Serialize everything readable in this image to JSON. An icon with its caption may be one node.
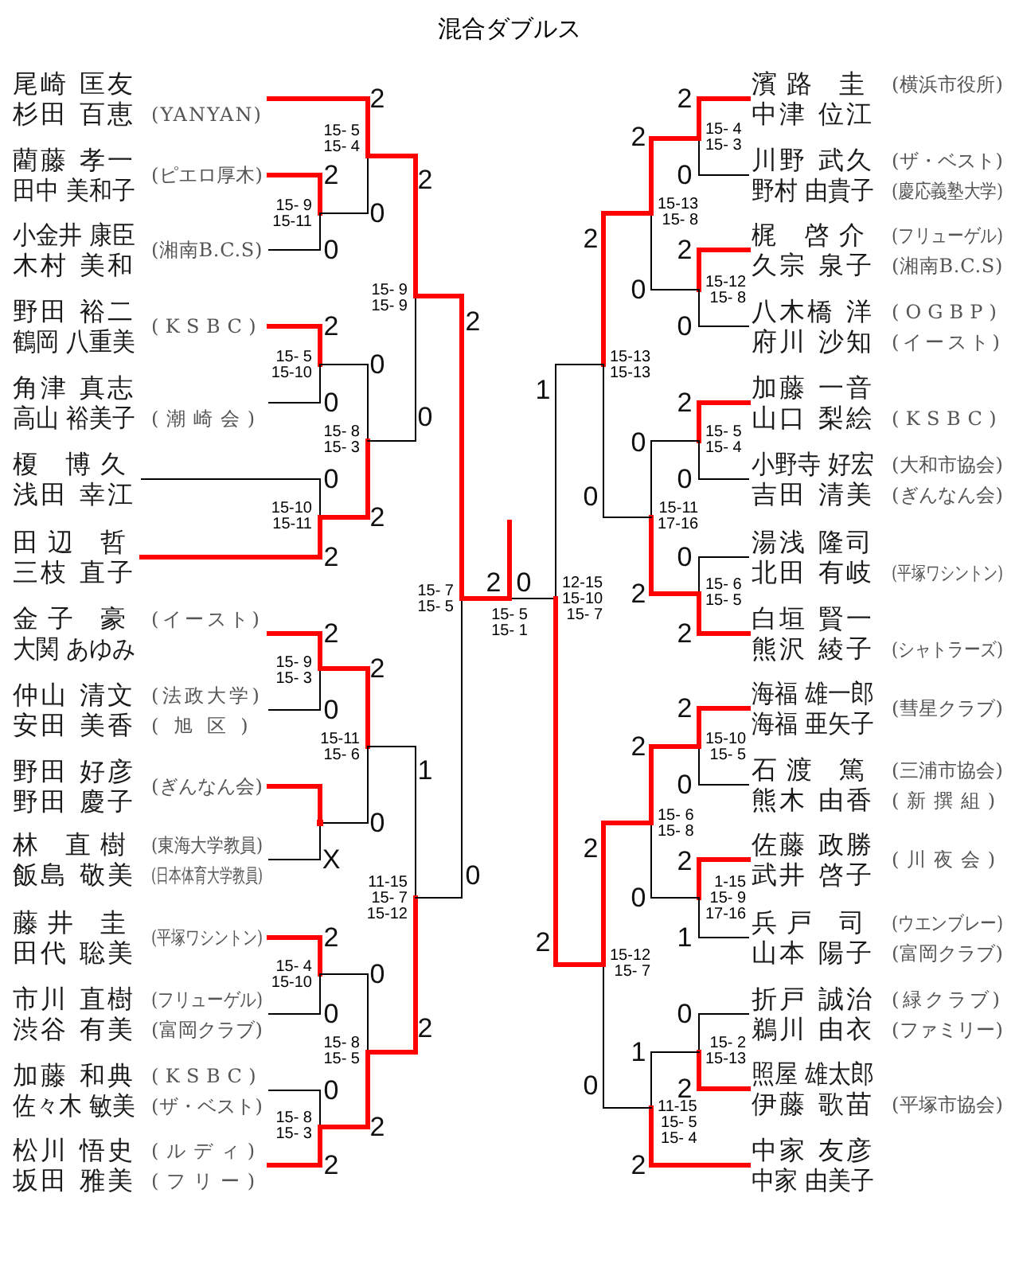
{
  "diagram": {
    "title": "混合ダブルス",
    "nodes": [
      {
        "text": [
          "尾崎 匡友",
          "杉田 百恵"
        ],
        "beside": [
          "(YANYAN)"
        ]
      },
      {
        "text": [
          "藺藤 孝一",
          "田中 美和子"
        ],
        "beside": [
          "(ピエロ厚木)"
        ]
      },
      {
        "text": [
          "小金井 康臣",
          "木村 美和"
        ],
        "beside": [
          "(湘南B.C.S)"
        ]
      },
      {
        "text": [
          "野田 裕二",
          "鶴岡 八重美"
        ],
        "beside": [
          "(KSBC)"
        ]
      },
      {
        "text": [
          "角津 真志",
          "高山 裕美子"
        ],
        "beside": [
          "(潮崎会)"
        ]
      },
      {
        "text": [
          "榎 博久",
          "浅田 幸江"
        ]
      },
      {
        "text": [
          "田辺 哲",
          "三枝 直子"
        ]
      },
      {
        "text": [
          "金子 豪",
          "大関 あゆみ"
        ],
        "beside": [
          "(イースト)"
        ]
      },
      {
        "text": [
          "仲山 清文",
          "安田 美香"
        ],
        "beside": [
          "(法政大学)",
          "(旭区)"
        ]
      },
      {
        "text": [
          "野田 好彦",
          "野田 慶子"
        ],
        "beside": [
          "(ぎんなん会)"
        ]
      },
      {
        "text": [
          "林 直樹",
          "飯島 敬美"
        ],
        "beside": [
          "(東海大学教員)",
          "(日本体育大学教員)"
        ]
      },
      {
        "text": [
          "藤井 圭",
          "田代 聡美"
        ],
        "beside": [
          "(平塚ワシントン)"
        ]
      },
      {
        "text": [
          "市川 直樹",
          "渋谷 有美"
        ],
        "beside": [
          "(フリューゲル)",
          "(富岡クラブ)"
        ]
      },
      {
        "text": [
          "加藤 和典",
          "佐々木 敏美"
        ],
        "beside": [
          "(KSBC)",
          "(ザ・ベスト)"
        ]
      },
      {
        "text": [
          "松川 悟史",
          "坂田 雅美"
        ],
        "beside": [
          "(ルディ)",
          "(フリー)"
        ]
      },
      {
        "text": [
          "濱路 圭",
          "中津 位江"
        ],
        "beside": [
          "(横浜市役所)"
        ]
      },
      {
        "text": [
          "川野 武久",
          "野村 由貴子"
        ],
        "beside": [
          "(ザ・ベスト)",
          "(慶応義塾大学)"
        ]
      },
      {
        "text": [
          "梶 啓介",
          "久宗 泉子"
        ],
        "beside": [
          "(フリューゲル)",
          "(湘南B.C.S)"
        ]
      },
      {
        "text": [
          "八木橋 洋",
          "府川 沙知"
        ],
        "beside": [
          "(OGBP)",
          "(イースト)"
        ]
      },
      {
        "text": [
          "加藤 一音",
          "山口 梨絵"
        ],
        "beside": [
          "(KSBC)"
        ]
      },
      {
        "text": [
          "小野寺 好宏",
          "吉田 清美"
        ],
        "beside": [
          "(大和市協会)",
          "(ぎんなん会)"
        ]
      },
      {
        "text": [
          "湯浅 隆司",
          "北田 有岐"
        ],
        "beside": [
          "(平塚ワシントン)"
        ]
      },
      {
        "text": [
          "白垣 賢一",
          "熊沢 綾子"
        ],
        "beside": [
          "(シャトラーズ)"
        ]
      },
      {
        "text": [
          "海福 雄一郎",
          "海福 亜矢子"
        ],
        "beside": [
          "(彗星クラブ)"
        ]
      },
      {
        "text": [
          "石渡 篤",
          "熊木 由香"
        ],
        "beside": [
          "(三浦市協会)",
          "(新撰組)"
        ]
      },
      {
        "text": [
          "佐藤 政勝",
          "武井 啓子"
        ],
        "beside": [
          "(川夜会)"
        ]
      },
      {
        "text": [
          "兵戸 司",
          "山本 陽子"
        ],
        "beside": [
          "(ウエンブレー)",
          "(富岡クラブ)"
        ]
      },
      {
        "text": [
          "折戸 誠治",
          "鵜川 由衣"
        ],
        "beside": [
          "(緑クラブ)",
          "(ファミリー)"
        ]
      },
      {
        "text": [
          "照屋 雄太郎",
          "伊藤 歌苗"
        ],
        "beside": [
          "(平塚市協会)"
        ]
      },
      {
        "text": [
          "中家 友彦",
          "中家 由美子"
        ]
      },
      {
        "text": [
          "15- 9",
          "15-11"
        ]
      },
      {
        "text": [
          "15- 5",
          "15- 4"
        ]
      },
      {
        "text": [
          "15- 5",
          "15-10"
        ]
      },
      {
        "text": [
          "15-10",
          "15-11"
        ]
      },
      {
        "text": [
          "15- 8",
          "15- 3"
        ]
      },
      {
        "text": [
          "15- 9",
          "15- 9"
        ]
      },
      {
        "text": [
          "15- 9",
          "15- 3"
        ]
      },
      {
        "text": [],
        "shape": "dot"
      },
      {
        "text": [
          "15-11",
          "15- 6"
        ]
      },
      {
        "text": [
          "15- 4",
          "15-10"
        ]
      },
      {
        "text": [
          "15- 8",
          "15- 3"
        ]
      },
      {
        "text": [
          "15- 8",
          "15- 5"
        ]
      },
      {
        "text": [
          "11-15",
          "15- 7",
          "15-12"
        ]
      },
      {
        "text": [
          "15- 7",
          "15- 5"
        ]
      },
      {
        "text": [
          "15- 5",
          "15- 1"
        ]
      },
      {
        "text": [
          "15- 4",
          "15- 3"
        ]
      },
      {
        "text": [
          "15-12",
          "15- 8"
        ]
      },
      {
        "text": [
          "15-13",
          "15- 8"
        ]
      },
      {
        "text": [
          "15- 5",
          "15- 4"
        ]
      },
      {
        "text": [
          "15- 6",
          "15- 5"
        ]
      },
      {
        "text": [
          "15-11",
          "17-16"
        ]
      },
      {
        "text": [
          "15-13",
          "15-13"
        ]
      },
      {
        "text": [
          "15-10",
          "15- 5"
        ]
      },
      {
        "text": [
          "1-15",
          "15- 9",
          "17-16"
        ]
      },
      {
        "text": [
          "15- 6",
          "15- 8"
        ]
      },
      {
        "text": [
          "15- 2",
          "15-13"
        ]
      },
      {
        "text": [
          "11-15",
          "15- 5",
          "15- 4"
        ]
      },
      {
        "text": [
          "15-12",
          "15- 7"
        ]
      },
      {
        "text": [
          "12-15",
          "15-10",
          "15- 7"
        ]
      }
    ],
    "edges": [
      {
        "from": 1,
        "to": 30,
        "arrow": "none",
        "label": "2"
      },
      {
        "from": 2,
        "to": 30,
        "arrow": "none",
        "label": "0",
        "color": "#000000"
      },
      {
        "from": 0,
        "to": 31,
        "arrow": "none",
        "label": "2"
      },
      {
        "from": 30,
        "to": 31,
        "arrow": "none",
        "label": "0",
        "color": "#000000"
      },
      {
        "from": 3,
        "to": 32,
        "arrow": "none",
        "label": "2"
      },
      {
        "from": 4,
        "to": 32,
        "arrow": "none",
        "label": "0",
        "color": "#000000"
      },
      {
        "from": 5,
        "to": 33,
        "arrow": "none",
        "label": "0",
        "color": "#000000"
      },
      {
        "from": 6,
        "to": 33,
        "arrow": "none",
        "label": "2"
      },
      {
        "from": 32,
        "to": 34,
        "arrow": "none",
        "label": "0",
        "color": "#000000"
      },
      {
        "from": 33,
        "to": 34,
        "arrow": "none",
        "label": "2"
      },
      {
        "from": 31,
        "to": 35,
        "arrow": "none",
        "label": "2"
      },
      {
        "from": 34,
        "to": 35,
        "arrow": "none",
        "label": "0",
        "color": "#000000"
      },
      {
        "from": 7,
        "to": 36,
        "arrow": "none",
        "label": "2"
      },
      {
        "from": 8,
        "to": 36,
        "arrow": "none",
        "label": "0",
        "color": "#000000"
      },
      {
        "from": 9,
        "to": 37,
        "arrow": "none"
      },
      {
        "from": 10,
        "to": 37,
        "arrow": "none",
        "label": "X",
        "color": "#000000"
      },
      {
        "from": 36,
        "to": 38,
        "arrow": "none",
        "label": "2"
      },
      {
        "from": 37,
        "to": 38,
        "arrow": "none",
        "label": "0",
        "color": "#000000"
      },
      {
        "from": 11,
        "to": 39,
        "arrow": "none",
        "label": "2"
      },
      {
        "from": 12,
        "to": 39,
        "arrow": "none",
        "label": "0",
        "color": "#000000"
      },
      {
        "from": 13,
        "to": 40,
        "arrow": "none",
        "label": "0",
        "color": "#000000"
      },
      {
        "from": 14,
        "to": 40,
        "arrow": "none",
        "label": "2"
      },
      {
        "from": 39,
        "to": 41,
        "arrow": "none",
        "label": "0",
        "color": "#000000"
      },
      {
        "from": 40,
        "to": 41,
        "arrow": "none",
        "label": "2"
      },
      {
        "from": 38,
        "to": 42,
        "arrow": "none",
        "label": "1",
        "color": "#000000"
      },
      {
        "from": 41,
        "to": 42,
        "arrow": "none",
        "label": "2"
      },
      {
        "from": 35,
        "to": 43,
        "arrow": "none",
        "label": "2"
      },
      {
        "from": 42,
        "to": 43,
        "arrow": "none",
        "label": "0",
        "color": "#000000"
      },
      {
        "from": 43,
        "to": 44,
        "arrow": "none",
        "label": "2"
      },
      {
        "from": 58,
        "to": 44,
        "arrow": "none",
        "label": "0",
        "color": "#000000"
      },
      {
        "from": 44,
        "to": null,
        "arrow": "none"
      },
      {
        "from": 15,
        "to": 45,
        "arrow": "none",
        "label": "2"
      },
      {
        "from": 16,
        "to": 45,
        "arrow": "none",
        "label": "0",
        "color": "#000000"
      },
      {
        "from": 17,
        "to": 46,
        "arrow": "none",
        "label": "2"
      },
      {
        "from": 18,
        "to": 46,
        "arrow": "none",
        "label": "0",
        "color": "#000000"
      },
      {
        "from": 45,
        "to": 47,
        "arrow": "none",
        "label": "2"
      },
      {
        "from": 46,
        "to": 47,
        "arrow": "none",
        "label": "0",
        "color": "#000000"
      },
      {
        "from": 19,
        "to": 48,
        "arrow": "none",
        "label": "2"
      },
      {
        "from": 20,
        "to": 48,
        "arrow": "none",
        "label": "0",
        "color": "#000000"
      },
      {
        "from": 21,
        "to": 49,
        "arrow": "none",
        "label": "0",
        "color": "#000000"
      },
      {
        "from": 22,
        "to": 49,
        "arrow": "none",
        "label": "2"
      },
      {
        "from": 48,
        "to": 50,
        "arrow": "none",
        "label": "0",
        "color": "#000000"
      },
      {
        "from": 49,
        "to": 50,
        "arrow": "none",
        "label": "2"
      },
      {
        "from": 47,
        "to": 51,
        "arrow": "none",
        "label": "2"
      },
      {
        "from": 50,
        "to": 51,
        "arrow": "none",
        "label": "0",
        "color": "#000000"
      },
      {
        "from": 23,
        "to": 52,
        "arrow": "none",
        "label": "2"
      },
      {
        "from": 24,
        "to": 52,
        "arrow": "none",
        "label": "0",
        "color": "#000000"
      },
      {
        "from": 25,
        "to": 53,
        "arrow": "none",
        "label": "2"
      },
      {
        "from": 26,
        "to": 53,
        "arrow": "none",
        "label": "1",
        "color": "#000000"
      },
      {
        "from": 52,
        "to": 54,
        "arrow": "none",
        "label": "2"
      },
      {
        "from": 53,
        "to": 54,
        "arrow": "none",
        "label": "0",
        "color": "#000000"
      },
      {
        "from": 27,
        "to": 55,
        "arrow": "none",
        "label": "0",
        "color": "#000000"
      },
      {
        "from": 28,
        "to": 55,
        "arrow": "none",
        "label": "2"
      },
      {
        "from": 55,
        "to": 56,
        "arrow": "none",
        "label": "1",
        "color": "#000000"
      },
      {
        "from": 29,
        "to": 56,
        "arrow": "none",
        "label": "2"
      },
      {
        "from": 54,
        "to": 57,
        "arrow": "none",
        "label": "2"
      },
      {
        "from": 56,
        "to": 57,
        "arrow": "none",
        "label": "0",
        "color": "#000000"
      },
      {
        "from": 51,
        "to": 58,
        "arrow": "none",
        "label": "1",
        "color": "#000000"
      },
      {
        "from": 57,
        "to": 58,
        "arrow": "none",
        "label": "2"
      }
    ]
  }
}
